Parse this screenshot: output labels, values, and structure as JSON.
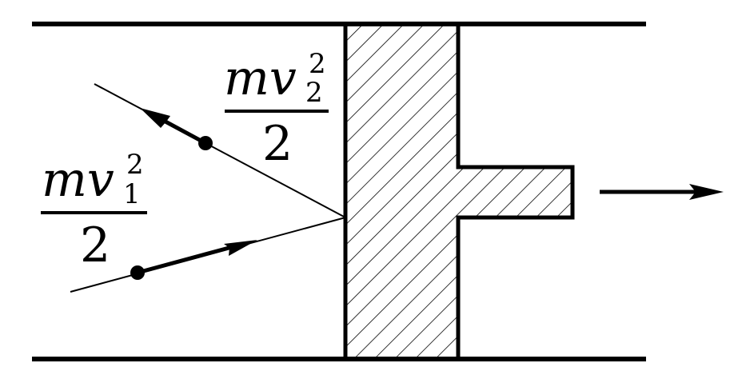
{
  "diagram": {
    "stroke_color": "#000000",
    "background_color": "#ffffff",
    "labels": {
      "outgoing": {
        "numerator_base": "mv",
        "subscript": "2",
        "superscript": "2",
        "denominator": "2"
      },
      "incoming": {
        "numerator_base": "mv",
        "subscript": "1",
        "superscript": "2",
        "denominator": "2"
      }
    },
    "icons": [
      "arrow-right-icon"
    ]
  }
}
